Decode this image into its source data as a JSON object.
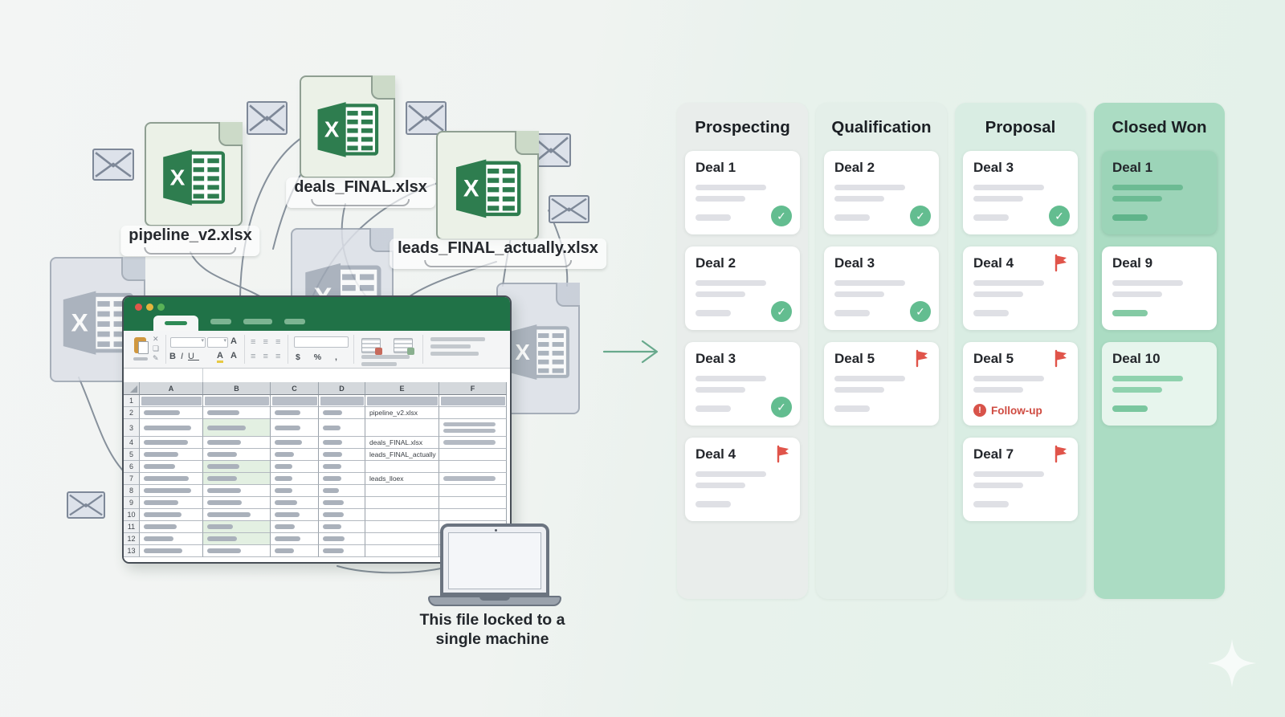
{
  "illustration": {
    "left": {
      "files": [
        {
          "label": "pipeline_v2.xlsx"
        },
        {
          "label": "deals_FINAL.xlsx"
        },
        {
          "label": "leads_FINAL_actually.xlsx"
        }
      ],
      "caption_line1": "This file locked to a",
      "caption_line2": "single machine",
      "spreadsheet": {
        "column_headers": [
          "A",
          "B",
          "C",
          "D",
          "E",
          "F"
        ],
        "ribbon_glyphs": {
          "bold": "B",
          "italic": "I",
          "underline": "U",
          "sizeup": "A",
          "color": "A",
          "align": "≡ ≡ ≡",
          "number": "$ % ,"
        },
        "rows": [
          {
            "n": "1",
            "fill": true
          },
          {
            "n": "2",
            "bars": [
              58,
              48,
              55,
              42
            ],
            "e": "pipeline_v2.xlsx"
          },
          {
            "n": "3",
            "bars": [
              75,
              58,
              55,
              38
            ],
            "b_green": true,
            "f_bars": 2,
            "tall": true
          },
          {
            "n": "4",
            "bars": [
              70,
              50,
              58,
              42
            ],
            "e": "deals_FINAL.xlsx",
            "f_bars": 1
          },
          {
            "n": "5",
            "bars": [
              55,
              45,
              40,
              42
            ],
            "e": "leads_FINAL_actually"
          },
          {
            "n": "6",
            "bars": [
              50,
              48,
              38,
              40
            ],
            "b_green": true
          },
          {
            "n": "7",
            "bars": [
              72,
              45,
              38,
              40
            ],
            "b_green": true,
            "e": "leads_lloex",
            "f_bars": 1
          },
          {
            "n": "8",
            "bars": [
              76,
              50,
              38,
              35
            ]
          },
          {
            "n": "9",
            "bars": [
              55,
              52,
              48,
              45
            ]
          },
          {
            "n": "10",
            "bars": [
              60,
              65,
              52,
              45
            ]
          },
          {
            "n": "11",
            "bars": [
              52,
              38,
              42,
              40
            ],
            "b_green": true
          },
          {
            "n": "12",
            "bars": [
              48,
              45,
              55,
              48
            ],
            "b_green": true
          },
          {
            "n": "13",
            "bars": [
              62,
              50,
              40,
              45
            ]
          }
        ]
      }
    },
    "board": {
      "columns": [
        {
          "title": "Prospecting",
          "bg": "#e9edeb",
          "cards": [
            {
              "title": "Deal 1",
              "status": "check"
            },
            {
              "title": "Deal 2",
              "status": "check"
            },
            {
              "title": "Deal 3",
              "status": "check"
            },
            {
              "title": "Deal 4",
              "status": "flag"
            }
          ]
        },
        {
          "title": "Qualification",
          "bg": "#e4efe9",
          "cards": [
            {
              "title": "Deal 2",
              "status": "check"
            },
            {
              "title": "Deal 3",
              "status": "check"
            },
            {
              "title": "Deal 5",
              "status": "flag"
            }
          ]
        },
        {
          "title": "Proposal",
          "bg": "#d9ede3",
          "cards": [
            {
              "title": "Deal 3",
              "status": "check"
            },
            {
              "title": "Deal 4",
              "status": "flag"
            },
            {
              "title": "Deal 5",
              "status": "flag",
              "badge": "Follow-up"
            },
            {
              "title": "Deal 7",
              "status": "flag"
            }
          ]
        },
        {
          "title": "Closed Won",
          "bg": "#abdcc3",
          "cards": [
            {
              "title": "Deal 1",
              "style": "won"
            },
            {
              "title": "Deal 9",
              "style": "whitegreen"
            },
            {
              "title": "Deal 10",
              "style": "lightgreen"
            }
          ]
        }
      ]
    },
    "colors": {
      "excel_green": "#207247",
      "paper_green": "#ebf1e7",
      "check_green": "#63bd90",
      "flag_red": "#e0544a",
      "followup_red": "#cf4b41",
      "won_column": "#abdcc3",
      "won_card": "#9cd4b8",
      "arrow_green": "#68a98c",
      "titlebar_dots": [
        "#e0564a",
        "#e3b53e",
        "#59b257"
      ]
    }
  }
}
